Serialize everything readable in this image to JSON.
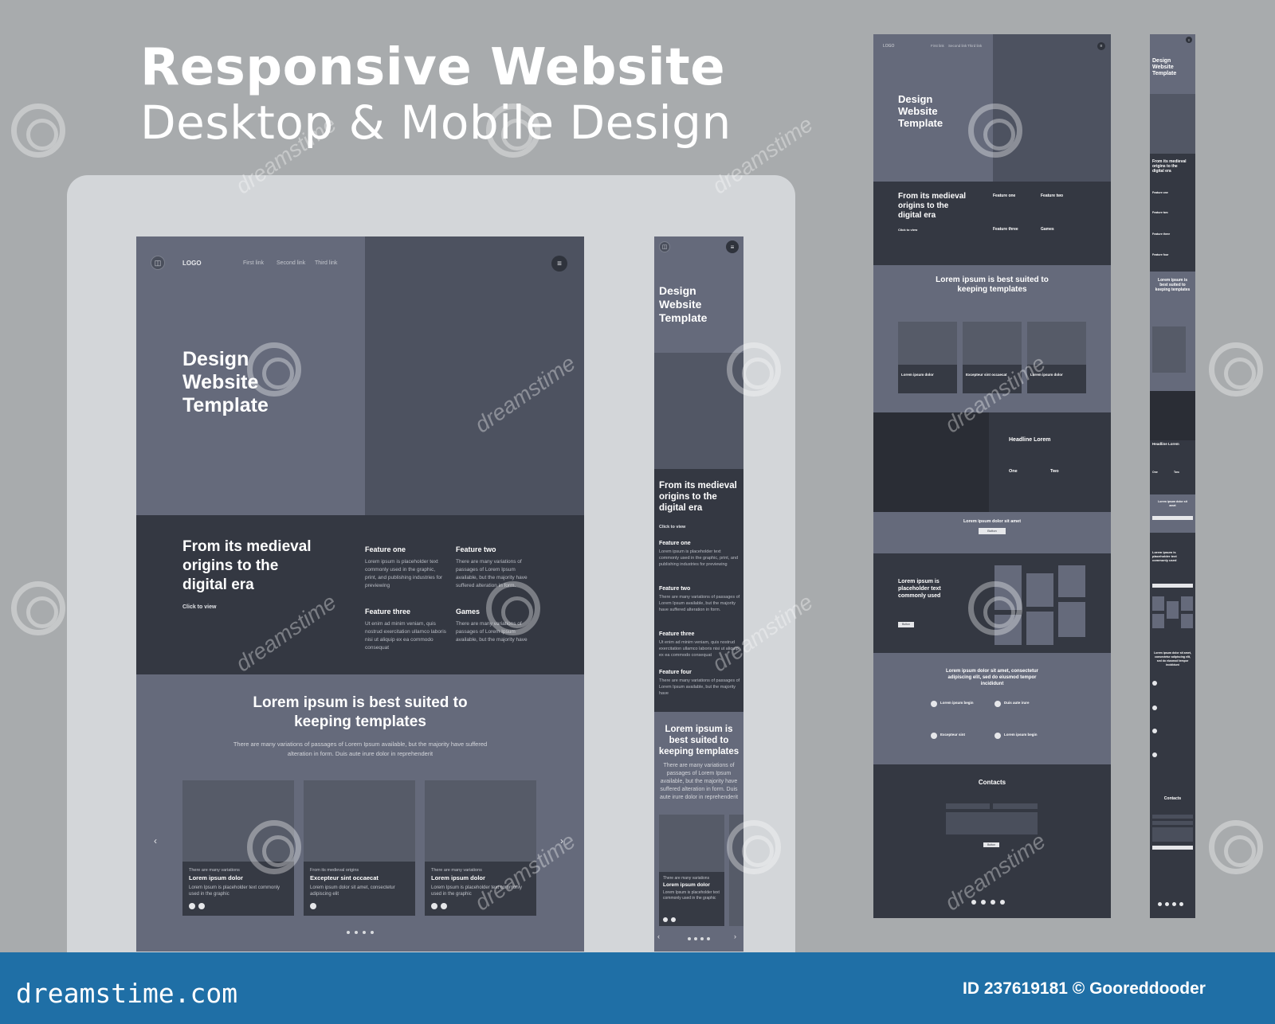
{
  "header": {
    "title": "Responsive Website",
    "subtitle": "Desktop & Mobile Design"
  },
  "desktop": {
    "nav": {
      "logo": "LOGO",
      "links": [
        "First link",
        "Second link",
        "Third link"
      ]
    },
    "hero_title": [
      "Design",
      "Website",
      "Template"
    ],
    "section_dark": {
      "title": [
        "From its medieval",
        "origins to the",
        "digital era"
      ],
      "cta": "Click to view",
      "features": [
        {
          "title": "Feature one",
          "text": "Lorem ipsum is placeholder text commonly used in the graphic, print, and publishing industries for previewing"
        },
        {
          "title": "Feature two",
          "text": "There are many variations of passages of Lorem Ipsum available, but the majority have suffered alteration in form."
        },
        {
          "title": "Feature three",
          "text": "Ut enim ad minim veniam, quis nostrud exercitation ullamco laboris nisi ut aliquip ex ea commodo consequat"
        },
        {
          "title": "Games",
          "text": "There are many variations of passages of Lorem Ipsum available, but the majority have"
        }
      ]
    },
    "section_cards": {
      "title": [
        "Lorem ipsum is best suited to",
        "keeping templates"
      ],
      "text": "There are many variations of passages of Lorem Ipsum available, but the majority have suffered alteration in form. Duis aute irure dolor in reprehenderit",
      "cards": [
        {
          "small": "There are many variations",
          "title": "Lorem ipsum dolor",
          "text": "Lorem Ipsum is placeholder text commonly used in the graphic"
        },
        {
          "small": "From its medieval origins",
          "title": "Excepteur sint occaecat",
          "text": "Lorem ipsum dolor sit amet, consectetur adipiscing elit"
        },
        {
          "small": "There are many variations",
          "title": "Lorem ipsum dolor",
          "text": "Lorem Ipsum is placeholder text commonly used in the graphic"
        }
      ],
      "prev": "‹",
      "next": "›"
    }
  },
  "mobile": {
    "hero_title": [
      "Design",
      "Website",
      "Template"
    ],
    "section_dark": {
      "title": [
        "From its medieval",
        "origins to the",
        "digital era"
      ],
      "cta": "Click to view",
      "features": [
        {
          "title": "Feature one",
          "text": "Lorem ipsum is placeholder text commonly used in the graphic, print, and publishing industries for previewing"
        },
        {
          "title": "Feature two",
          "text": "There are many variations of passages of Lorem Ipsum available, but the majority have suffered alteration in form."
        },
        {
          "title": "Feature three",
          "text": "Ut enim ad minim veniam, quis nostrud exercitation ullamco laboris nisi ut aliquip ex ea commodo consequat"
        },
        {
          "title": "Feature four",
          "text": "There are many variations of passages of Lorem Ipsum available, but the majority have"
        }
      ]
    },
    "section_cards": {
      "title": [
        "Lorem ipsum is",
        "best suited to",
        "keeping templates"
      ],
      "text": "There are many variations of passages of Lorem Ipsum available, but the majority have suffered alteration in form. Duis aute irure dolor in reprehenderit",
      "card": {
        "small": "There are many variations",
        "title": "Lorem ipsum dolor",
        "text": "Lorem Ipsum is placeholder text commonly used in the graphic"
      }
    }
  },
  "right_desktop": {
    "nav": {
      "logo": "LOGO",
      "links": [
        "First link",
        "Second link",
        "Third link"
      ]
    },
    "hero_title": [
      "Design",
      "Website",
      "Template"
    ],
    "dark_title": [
      "From its medieval",
      "origins to the",
      "digital era"
    ],
    "cta": "Click to view",
    "features": [
      "Feature one",
      "Feature two",
      "Feature three",
      "Games"
    ],
    "cards_title": [
      "Lorem ipsum is best suited to",
      "keeping templates"
    ],
    "card_titles": [
      "Lorem ipsum dolor",
      "Excepteur sint occaecat",
      "Lorem ipsum dolor"
    ],
    "headline": "Headline Lorem",
    "cols": [
      "One",
      "Two"
    ],
    "band_title": "Lorem ipsum dolor sit amet",
    "button": "Button",
    "placeholder_title": [
      "Lorem ipsum is",
      "placeholder text",
      "commonly used"
    ],
    "list_title": [
      "Lorem ipsum dolor sit amet, consectetur",
      "adipiscing elit, sed do eiusmod tempor",
      "incididunt"
    ],
    "list_items": [
      "Lorem ipsum begin",
      "Duis aute irure",
      "Excepteur sint",
      "Lorem ipsum begin"
    ],
    "contacts": "Contacts",
    "submit": "Button"
  },
  "right_mobile": {
    "hero_title": [
      "Design",
      "Website",
      "Template"
    ],
    "dark_title": [
      "From its medieval",
      "origins to the",
      "digital era"
    ],
    "features": [
      "Feature one",
      "Feature two",
      "Feature three",
      "Feature four"
    ],
    "cards_title": [
      "Lorem ipsum is",
      "best suited to",
      "keeping templates"
    ],
    "headline": "Headline Lorem",
    "cols": [
      "One",
      "Two"
    ],
    "band_title": [
      "Lorem ipsum dolor sit",
      "amet"
    ],
    "placeholder_title": [
      "Lorem ipsum is",
      "placeholder text",
      "commonly used"
    ],
    "list_title": [
      "Lorem ipsum dolor sit amet,",
      "consectetur adipiscing elit,",
      "sed do eiusmod tempor",
      "incididunt"
    ],
    "contacts": "Contacts"
  },
  "watermark": "dreamstime",
  "footer": {
    "brand": "dreamstime.com",
    "credit": "ID 237619181 © Gooreddooder"
  }
}
